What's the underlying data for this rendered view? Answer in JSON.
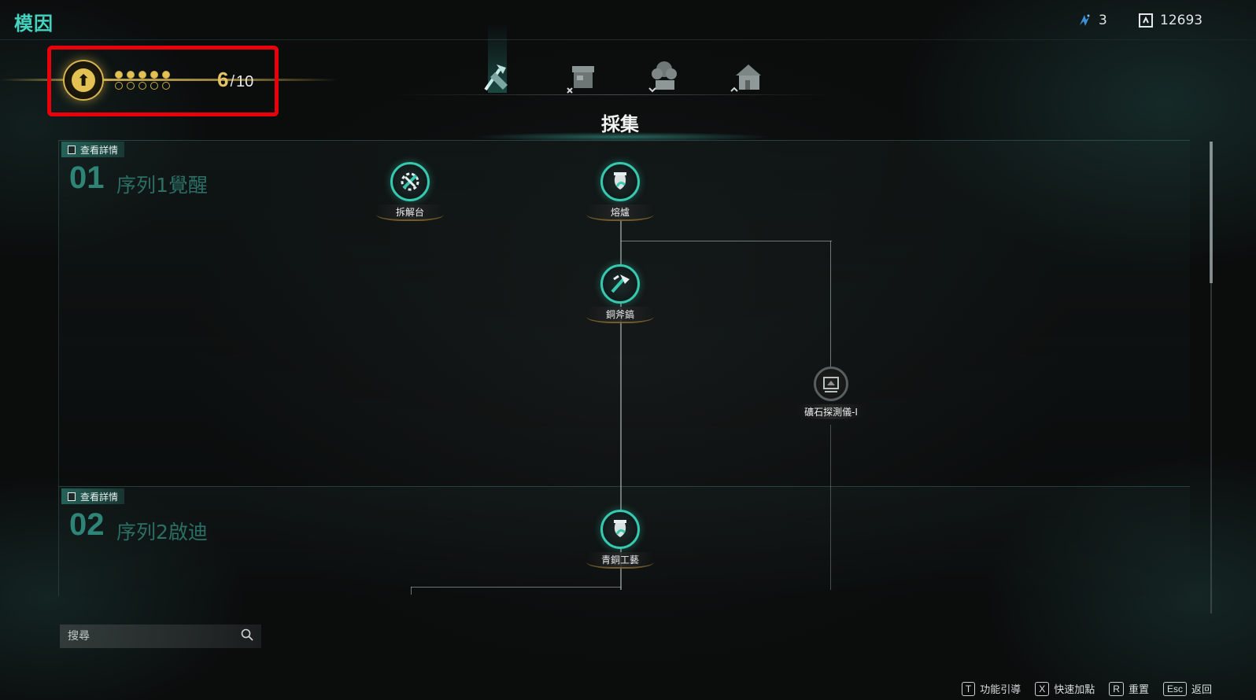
{
  "app": {
    "title": "模因"
  },
  "currencies": [
    {
      "icon": "spark-shard-icon",
      "value": "3"
    },
    {
      "icon": "meme-point-icon",
      "value": "12693"
    }
  ],
  "level": {
    "current": "6",
    "separator": "/",
    "max": "10",
    "pips_filled": 5,
    "pips_total": 10
  },
  "categories": [
    {
      "icon": "gathering-category-icon",
      "active": true
    },
    {
      "icon": "crafting-workbench-category-icon",
      "active": false
    },
    {
      "icon": "planting-category-icon",
      "active": false
    },
    {
      "icon": "building-category-icon",
      "active": false
    }
  ],
  "section": {
    "title": "採集"
  },
  "sequences": [
    {
      "details_label": "查看詳情",
      "number": "01",
      "name": "序列1覺醒"
    },
    {
      "details_label": "查看詳情",
      "number": "02",
      "name": "序列2啟迪"
    }
  ],
  "nodes": {
    "disassembly": {
      "label": "拆解台"
    },
    "furnace": {
      "label": "熔爐"
    },
    "copper_axe": {
      "label": "銅斧鎬"
    },
    "ore_detector": {
      "label": "礦石探測儀-I"
    },
    "bronze_craft": {
      "label": "青銅工藝"
    }
  },
  "search": {
    "placeholder": "搜尋"
  },
  "hotkeys": [
    {
      "key": "T",
      "label": "功能引導"
    },
    {
      "key": "X",
      "label": "快速加點"
    },
    {
      "key": "R",
      "label": "重置"
    },
    {
      "key": "Esc",
      "label": "返回"
    }
  ],
  "colors": {
    "accent": "#43d3bf",
    "gold": "#e4c153",
    "highlight_box": "#e8000b"
  }
}
